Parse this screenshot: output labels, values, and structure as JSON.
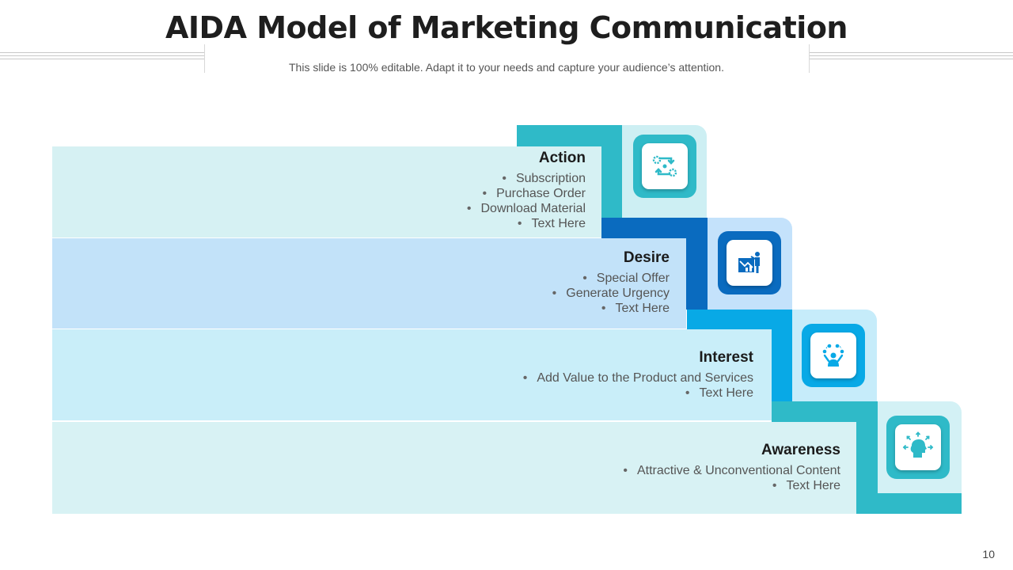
{
  "slide": {
    "title": "AIDA Model of Marketing Communication",
    "subtitle": "This slide is 100% editable. Adapt it to your needs and capture your audience’s attention.",
    "page_number": "10"
  },
  "stages": [
    {
      "title": "Action",
      "bullets": [
        "Subscription",
        "Purchase Order",
        "Download Material",
        "Text Here"
      ],
      "icon": "gears-cycle-icon",
      "color": "#2fbac8"
    },
    {
      "title": "Desire",
      "bullets": [
        "Special Offer",
        "Generate Urgency",
        "Text Here"
      ],
      "icon": "presenter-chart-icon",
      "color": "#0a6bbf"
    },
    {
      "title": "Interest",
      "bullets": [
        "Add Value to the Product and Services",
        "Text Here"
      ],
      "icon": "juggling-person-icon",
      "color": "#08a9e6"
    },
    {
      "title": "Awareness",
      "bullets": [
        "Attractive & Unconventional Content",
        "Text Here"
      ],
      "icon": "head-idea-arrows-icon",
      "color": "#2fbac8"
    }
  ]
}
